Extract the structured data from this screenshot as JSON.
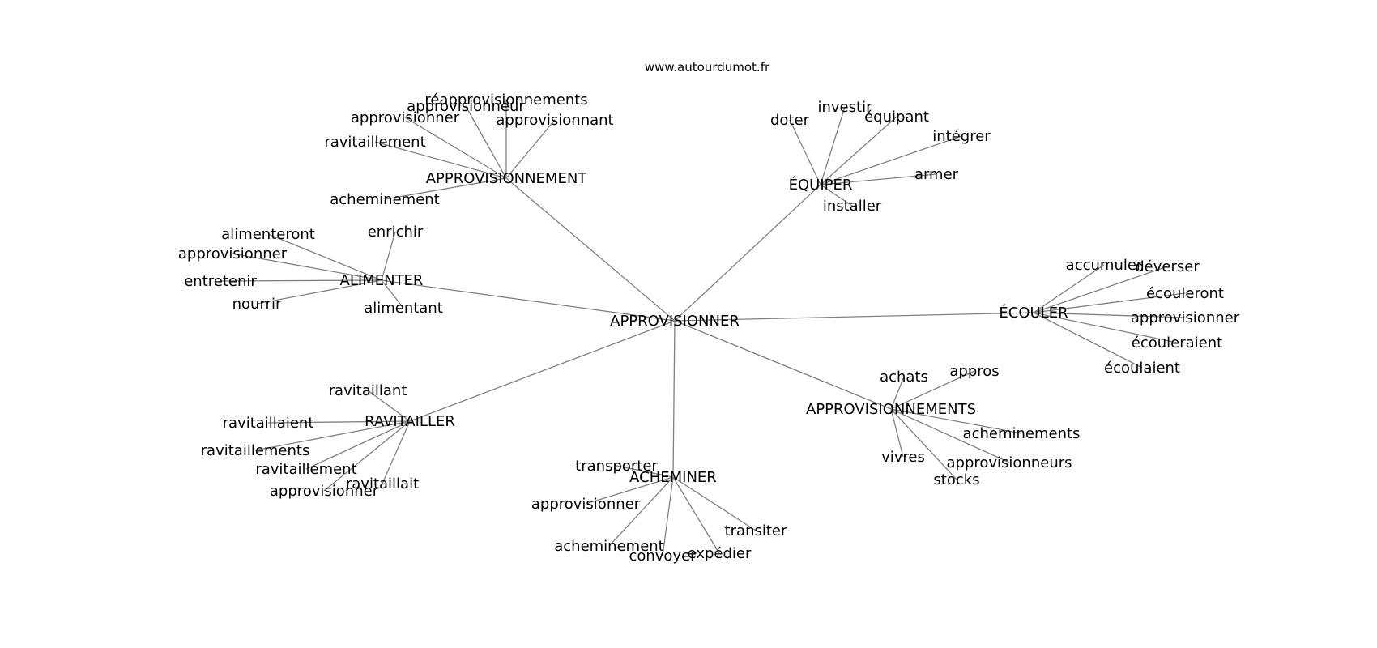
{
  "source": "www.autourdumot.fr",
  "colors": {
    "edge": "#808080",
    "text": "#000000",
    "background": "#ffffff"
  },
  "graph": {
    "center": "APPROVISIONNER",
    "hubs": [
      {
        "label": "APPROVISIONNEMENT",
        "leaves": [
          "réapprovisionnements",
          "approvisionneur",
          "approvisionner",
          "approvisionnant",
          "ravitaillement",
          "acheminement"
        ]
      },
      {
        "label": "ÉQUIPER",
        "leaves": [
          "doter",
          "investir",
          "équipant",
          "intégrer",
          "armer",
          "installer"
        ]
      },
      {
        "label": "ALIMENTER",
        "leaves": [
          "alimenteront",
          "enrichir",
          "approvisionner",
          "entretenir",
          "nourrir",
          "alimentant"
        ]
      },
      {
        "label": "ÉCOULER",
        "leaves": [
          "accumuler",
          "déverser",
          "écouleront",
          "approvisionner",
          "écouleraient",
          "écoulaient"
        ]
      },
      {
        "label": "APPROVISIONNEMENTS",
        "leaves": [
          "achats",
          "appros",
          "acheminements",
          "vivres",
          "approvisionneurs",
          "stocks"
        ]
      },
      {
        "label": "RAVITAILLER",
        "leaves": [
          "ravitaillant",
          "ravitaillaient",
          "ravitaillements",
          "ravitaillement",
          "ravitaillait",
          "approvisionner"
        ]
      },
      {
        "label": "ACHEMINER",
        "leaves": [
          "transporter",
          "approvisionner",
          "acheminement",
          "convoyer",
          "expédier",
          "transiter"
        ]
      }
    ]
  }
}
